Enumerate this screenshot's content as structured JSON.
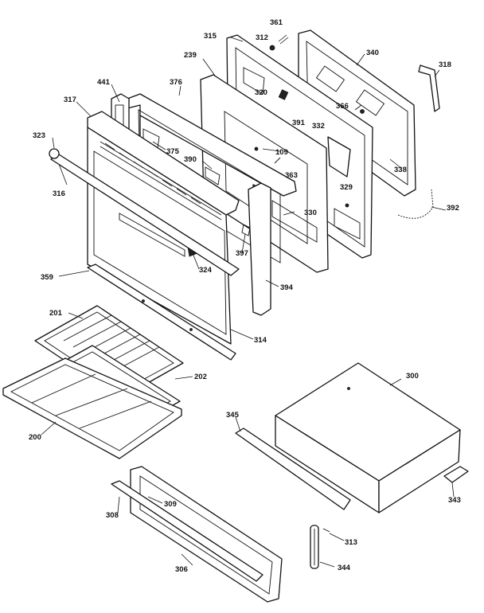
{
  "callouts": [
    {
      "id": "361",
      "text": "361"
    },
    {
      "id": "312",
      "text": "312"
    },
    {
      "id": "315",
      "text": "315"
    },
    {
      "id": "340",
      "text": "340"
    },
    {
      "id": "318",
      "text": "318"
    },
    {
      "id": "239",
      "text": "239"
    },
    {
      "id": "376",
      "text": "376"
    },
    {
      "id": "441",
      "text": "441"
    },
    {
      "id": "320",
      "text": "320"
    },
    {
      "id": "317",
      "text": "317"
    },
    {
      "id": "366",
      "text": "366"
    },
    {
      "id": "391",
      "text": "391"
    },
    {
      "id": "332",
      "text": "332"
    },
    {
      "id": "323",
      "text": "323"
    },
    {
      "id": "375",
      "text": "375"
    },
    {
      "id": "109",
      "text": "109"
    },
    {
      "id": "390",
      "text": "390"
    },
    {
      "id": "363",
      "text": "363"
    },
    {
      "id": "338",
      "text": "338"
    },
    {
      "id": "316",
      "text": "316"
    },
    {
      "id": "329",
      "text": "329"
    },
    {
      "id": "392",
      "text": "392"
    },
    {
      "id": "330",
      "text": "330"
    },
    {
      "id": "397",
      "text": "397"
    },
    {
      "id": "324",
      "text": "324"
    },
    {
      "id": "359",
      "text": "359"
    },
    {
      "id": "394",
      "text": "394"
    },
    {
      "id": "201",
      "text": "201"
    },
    {
      "id": "314",
      "text": "314"
    },
    {
      "id": "202",
      "text": "202"
    },
    {
      "id": "300",
      "text": "300"
    },
    {
      "id": "345",
      "text": "345"
    },
    {
      "id": "200",
      "text": "200"
    },
    {
      "id": "343",
      "text": "343"
    },
    {
      "id": "309",
      "text": "309"
    },
    {
      "id": "308",
      "text": "308"
    },
    {
      "id": "313",
      "text": "313"
    },
    {
      "id": "306",
      "text": "306"
    },
    {
      "id": "344",
      "text": "344"
    }
  ]
}
